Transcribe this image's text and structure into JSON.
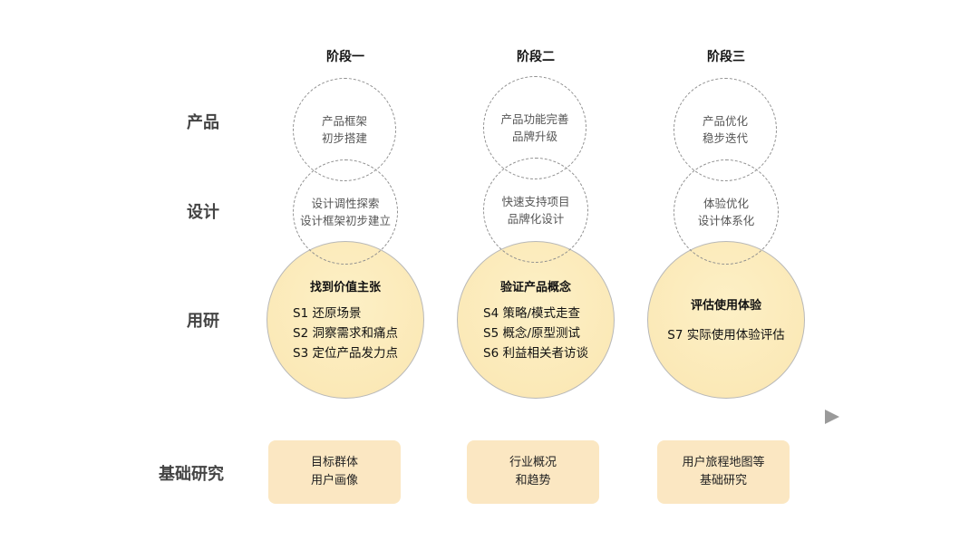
{
  "stages": [
    "阶段一",
    "阶段二",
    "阶段三"
  ],
  "rows": {
    "product": "产品",
    "design": "设计",
    "research": "用研",
    "foundation": "基础研究"
  },
  "product_circles": [
    [
      "产品框架",
      "初步搭建"
    ],
    [
      "产品功能完善",
      "品牌升级"
    ],
    [
      "产品优化",
      "稳步迭代"
    ]
  ],
  "design_circles": [
    [
      "设计调性探索",
      "设计框架初步建立"
    ],
    [
      "快速支持项目",
      "品牌化设计"
    ],
    [
      "体验优化",
      "设计体系化"
    ]
  ],
  "research_circles": [
    {
      "title": "找到价值主张",
      "items": [
        "S1 还原场景",
        "S2 洞察需求和痛点",
        "S3 定位产品发力点"
      ]
    },
    {
      "title": "验证产品概念",
      "items": [
        "S4 策略/模式走查",
        "S5 概念/原型测试",
        "S6 利益相关者访谈"
      ]
    },
    {
      "title": "评估使用体验",
      "items": [
        "S7 实际使用体验评估"
      ]
    }
  ],
  "foundation_boxes": [
    [
      "目标群体",
      "用户画像"
    ],
    [
      "行业概况",
      "和趋势"
    ],
    [
      "用户旅程地图等",
      "基础研究"
    ]
  ],
  "colors": {
    "research_fill": "#fbeaba",
    "box_fill": "#fbe7c2",
    "arrow": "#9a9a9a",
    "dashed": "#8f8f8f"
  }
}
